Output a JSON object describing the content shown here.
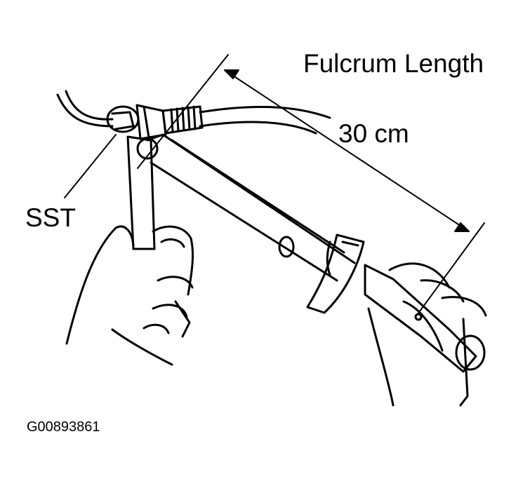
{
  "labels": {
    "fulcrum_length": "Fulcrum Length",
    "dimension": "30 cm",
    "tool": "SST",
    "figure_code": "G00893861"
  },
  "colors": {
    "ink": "#000000",
    "paper": "#ffffff"
  }
}
